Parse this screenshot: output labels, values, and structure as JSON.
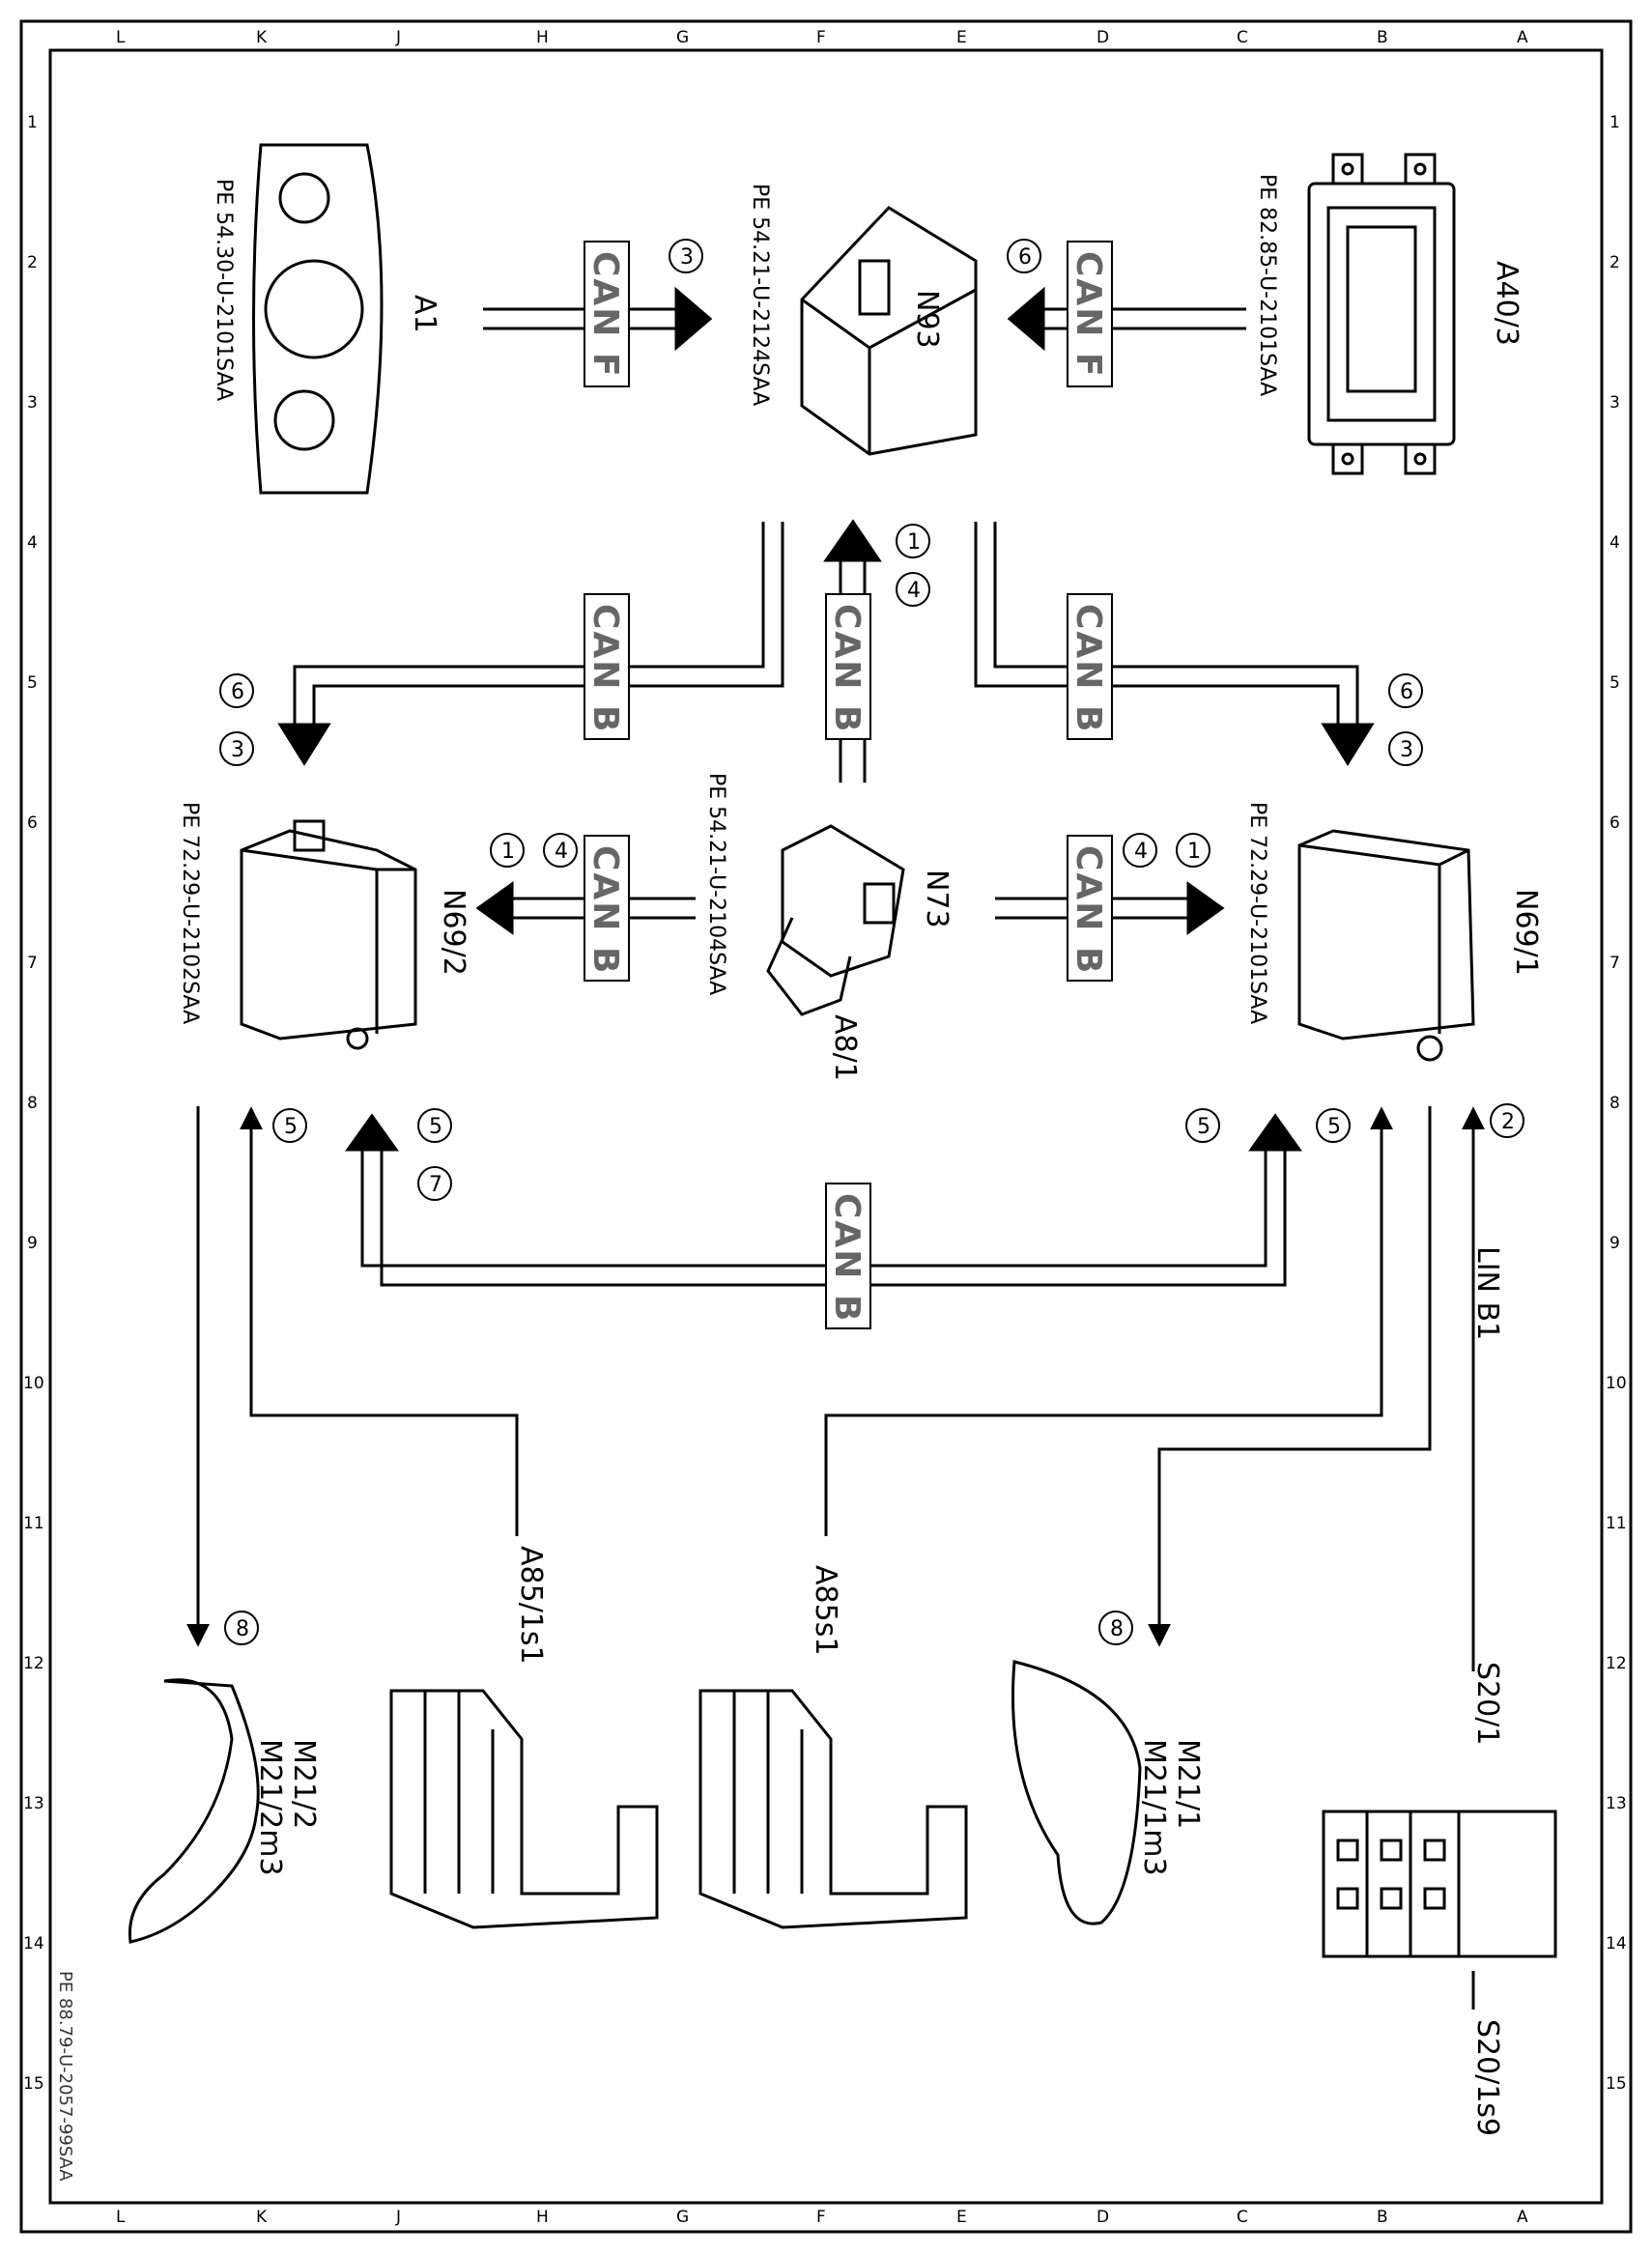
{
  "drawing_id": "PE 88.79-U-2057-99SAA",
  "grid": {
    "columns": [
      "L",
      "K",
      "J",
      "H",
      "G",
      "F",
      "E",
      "D",
      "C",
      "B",
      "A"
    ],
    "rows": [
      "1",
      "2",
      "3",
      "4",
      "5",
      "6",
      "7",
      "8",
      "9",
      "10",
      "11",
      "12",
      "13",
      "14",
      "15"
    ]
  },
  "components": {
    "a40_3": {
      "code": "A40/3",
      "ref": "PE 82.85-U-2101SAA"
    },
    "n93": {
      "code": "N93",
      "ref": "PE 54.21-U-2124SAA"
    },
    "a1": {
      "code": "A1",
      "ref": "PE 54.30-U-2101SAA"
    },
    "n69_1": {
      "code": "N69/1",
      "ref": "PE 72.29-U-2101SAA"
    },
    "n73": {
      "code": "N73",
      "ref": "PE 54.21-U-2104SAA"
    },
    "a8_1": {
      "code": "A8/1"
    },
    "n69_2": {
      "code": "N69/2",
      "ref": "PE 72.29-U-2102SAA"
    },
    "s20_1": {
      "code": "S20/1"
    },
    "s20_1s9": {
      "code": "S20/1s9"
    },
    "m21_1": {
      "code": "M21/1",
      "code2": "M21/1m3"
    },
    "a85s1": {
      "code": "A85s1"
    },
    "a85_1s1": {
      "code": "A85/1s1"
    },
    "m21_2": {
      "code": "M21/2",
      "code2": "M21/2m3"
    }
  },
  "buses": {
    "can_f": "CAN F",
    "can_b": "CAN B",
    "lin_b1": "LIN B1"
  },
  "signals": {
    "s1": "1",
    "s2": "2",
    "s3": "3",
    "s4": "4",
    "s5": "5",
    "s6": "6",
    "s7": "7",
    "s8": "8"
  }
}
